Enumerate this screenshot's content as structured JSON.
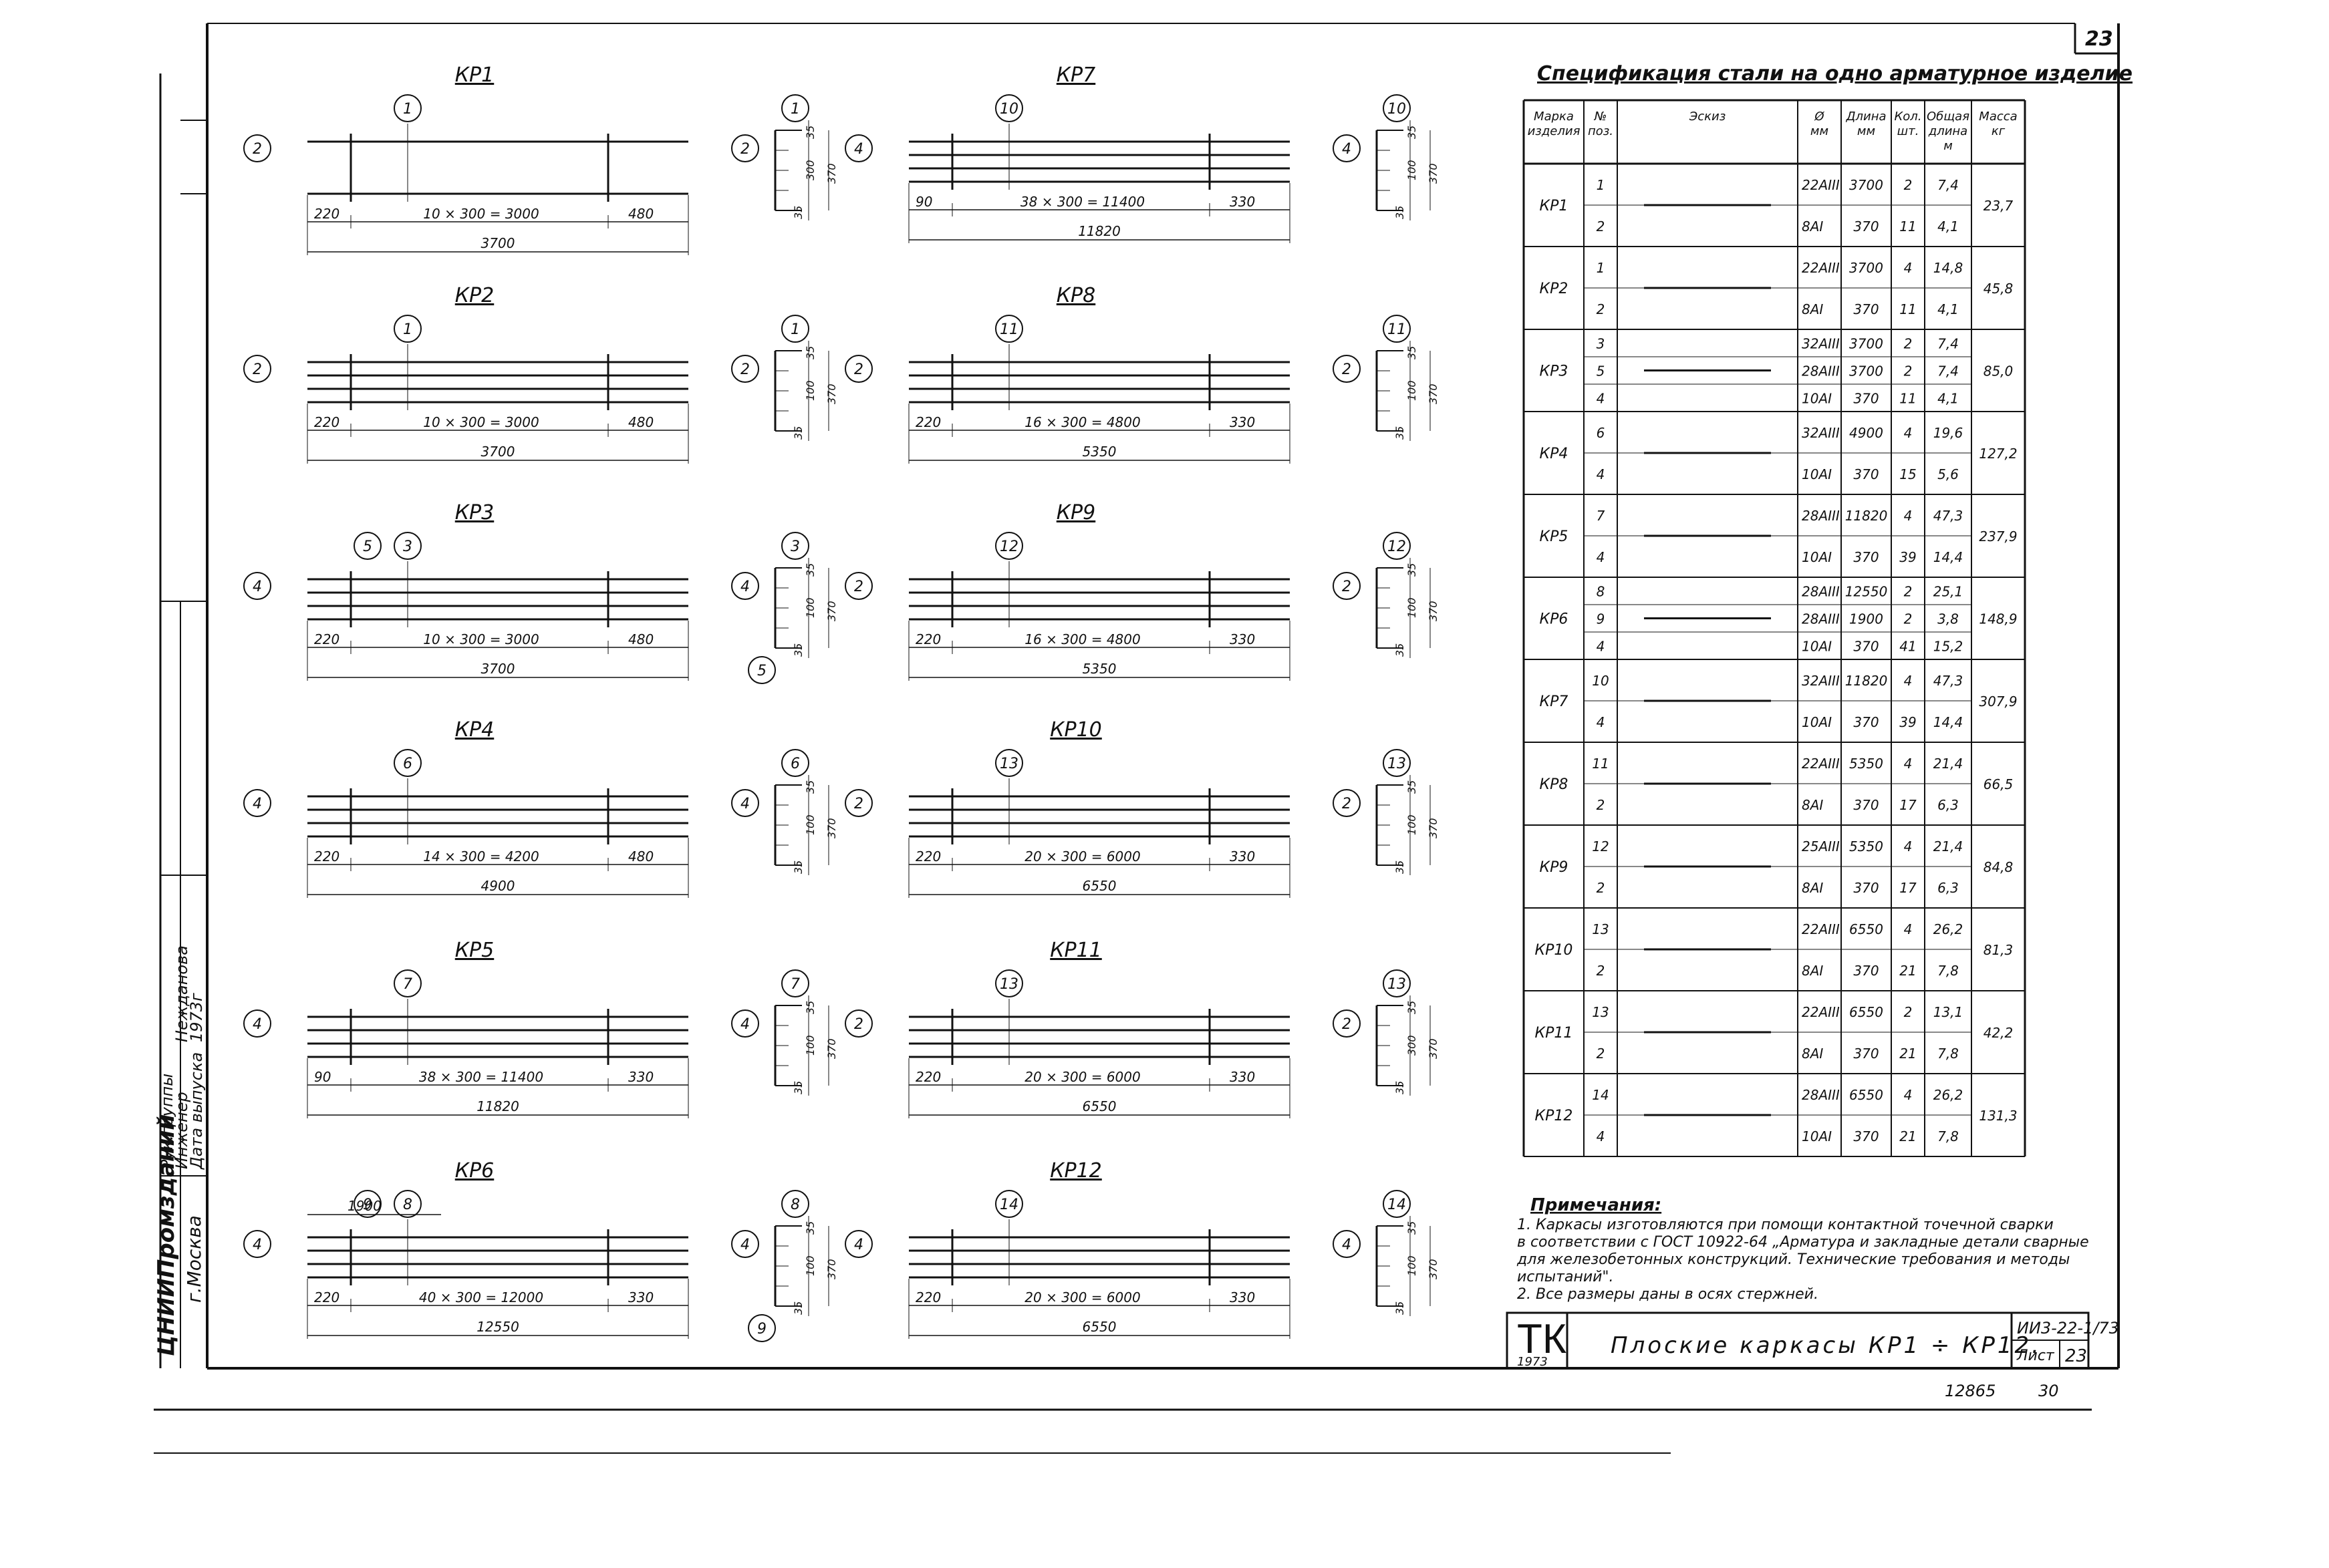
{
  "page_number": "23",
  "spec": {
    "title": "Спецификация стали на одно арматурное изделие",
    "headers": {
      "mark": "Марка изделия",
      "pos": "№ поз.",
      "sketch": "Эскиз",
      "dia": "Ø мм",
      "len": "Длина мм",
      "qty": "Кол. шт.",
      "total": "Общая длина м",
      "mass": "Масса кг"
    },
    "groups": [
      {
        "mark": "КР1",
        "mass": "23,7",
        "rows": [
          {
            "pos": "1",
            "dia": "22АIII",
            "len": "3700",
            "qty": "2",
            "total": "7,4"
          },
          {
            "pos": "2",
            "dia": "8АI",
            "len": "370",
            "qty": "11",
            "total": "4,1"
          }
        ]
      },
      {
        "mark": "КР2",
        "mass": "45,8",
        "rows": [
          {
            "pos": "1",
            "dia": "22АIII",
            "len": "3700",
            "qty": "4",
            "total": "14,8"
          },
          {
            "pos": "2",
            "dia": "8АI",
            "len": "370",
            "qty": "11",
            "total": "4,1"
          }
        ]
      },
      {
        "mark": "КР3",
        "mass": "85,0",
        "rows": [
          {
            "pos": "3",
            "dia": "32АIII",
            "len": "3700",
            "qty": "2",
            "total": "7,4"
          },
          {
            "pos": "5",
            "dia": "28АIII",
            "len": "3700",
            "qty": "2",
            "total": "7,4"
          },
          {
            "pos": "4",
            "dia": "10АI",
            "len": "370",
            "qty": "11",
            "total": "4,1"
          }
        ]
      },
      {
        "mark": "КР4",
        "mass": "127,2",
        "rows": [
          {
            "pos": "6",
            "dia": "32АIII",
            "len": "4900",
            "qty": "4",
            "total": "19,6"
          },
          {
            "pos": "4",
            "dia": "10АI",
            "len": "370",
            "qty": "15",
            "total": "5,6"
          }
        ]
      },
      {
        "mark": "КР5",
        "mass": "237,9",
        "rows": [
          {
            "pos": "7",
            "dia": "28АIII",
            "len": "11820",
            "qty": "4",
            "total": "47,3"
          },
          {
            "pos": "4",
            "dia": "10АI",
            "len": "370",
            "qty": "39",
            "total": "14,4"
          }
        ]
      },
      {
        "mark": "КР6",
        "mass": "148,9",
        "rows": [
          {
            "pos": "8",
            "dia": "28АIII",
            "len": "12550",
            "qty": "2",
            "total": "25,1"
          },
          {
            "pos": "9",
            "dia": "28АIII",
            "len": "1900",
            "qty": "2",
            "total": "3,8"
          },
          {
            "pos": "4",
            "dia": "10АI",
            "len": "370",
            "qty": "41",
            "total": "15,2"
          }
        ]
      },
      {
        "mark": "КР7",
        "mass": "307,9",
        "rows": [
          {
            "pos": "10",
            "dia": "32АIII",
            "len": "11820",
            "qty": "4",
            "total": "47,3"
          },
          {
            "pos": "4",
            "dia": "10АI",
            "len": "370",
            "qty": "39",
            "total": "14,4"
          }
        ]
      },
      {
        "mark": "КР8",
        "mass": "66,5",
        "rows": [
          {
            "pos": "11",
            "dia": "22АIII",
            "len": "5350",
            "qty": "4",
            "total": "21,4"
          },
          {
            "pos": "2",
            "dia": "8АI",
            "len": "370",
            "qty": "17",
            "total": "6,3"
          }
        ]
      },
      {
        "mark": "КР9",
        "mass": "84,8",
        "rows": [
          {
            "pos": "12",
            "dia": "25АIII",
            "len": "5350",
            "qty": "4",
            "total": "21,4"
          },
          {
            "pos": "2",
            "dia": "8АI",
            "len": "370",
            "qty": "17",
            "total": "6,3"
          }
        ]
      },
      {
        "mark": "КР10",
        "mass": "81,3",
        "rows": [
          {
            "pos": "13",
            "dia": "22АIII",
            "len": "6550",
            "qty": "4",
            "total": "26,2"
          },
          {
            "pos": "2",
            "dia": "8АI",
            "len": "370",
            "qty": "21",
            "total": "7,8"
          }
        ]
      },
      {
        "mark": "КР11",
        "mass": "42,2",
        "rows": [
          {
            "pos": "13",
            "dia": "22АIII",
            "len": "6550",
            "qty": "2",
            "total": "13,1"
          },
          {
            "pos": "2",
            "dia": "8АI",
            "len": "370",
            "qty": "21",
            "total": "7,8"
          }
        ]
      },
      {
        "mark": "КР12",
        "mass": "131,3",
        "rows": [
          {
            "pos": "14",
            "dia": "28АIII",
            "len": "6550",
            "qty": "4",
            "total": "26,2"
          },
          {
            "pos": "4",
            "dia": "10АI",
            "len": "370",
            "qty": "21",
            "total": "7,8"
          }
        ]
      }
    ]
  },
  "notes": {
    "title": "Примечания:",
    "lines": [
      "1. Каркасы изготовляются при помощи контактной точечной сварки",
      "в соответствии с ГОСТ 10922-64 „Арматура и закладные детали сварные",
      "для железобетонных конструкций. Технические требования и методы",
      "испытаний\".",
      "2. Все размеры даны в осях стержней."
    ]
  },
  "title_block": {
    "logo": "ТК",
    "year": "1973",
    "title": "Плоские каркасы КР1 ÷ КР12.",
    "code": "ИИ3-22-1/73",
    "sheet_label": "Лист",
    "sheet": "23",
    "below_left": "12865",
    "below_right": "30"
  },
  "side_stamp": {
    "org": "ЦНИИПромзданий",
    "city": "г.Москва",
    "row1": "Рук.группы",
    "row2": "Инженер",
    "row3": "Дата выпуска",
    "row2_value": "Нежданова",
    "row3_value": "1973г"
  },
  "frames": [
    {
      "id": "КР1",
      "pos": "1",
      "stirrup": "2",
      "total": "3700",
      "left": "220",
      "mid": "10 × 300 = 3000",
      "right": "480",
      "sec_top": "35",
      "sec_mid": "300",
      "sec_total": "370",
      "sec_bot": "35"
    },
    {
      "id": "КР2",
      "pos": "1",
      "stirrup": "2",
      "total": "3700",
      "left": "220",
      "mid": "10 × 300 = 3000",
      "right": "480",
      "sec_top": "35",
      "sec_mid": "100",
      "sec_total": "370",
      "sec_bot": "35"
    },
    {
      "id": "КР3",
      "pos": "3",
      "pos2": "5",
      "stirrup": "4",
      "total": "3700",
      "left": "220",
      "mid": "10 × 300 = 3000",
      "right": "480",
      "sec_top": "35",
      "sec_mid": "100",
      "sec_total": "370",
      "sec_bot": "35"
    },
    {
      "id": "КР4",
      "pos": "6",
      "stirrup": "4",
      "total": "4900",
      "left": "220",
      "mid": "14 × 300 = 4200",
      "right": "480",
      "sec_top": "35",
      "sec_mid": "100",
      "sec_total": "370",
      "sec_bot": "35"
    },
    {
      "id": "КР5",
      "pos": "7",
      "stirrup": "4",
      "total": "11820",
      "left": "90",
      "mid": "38 × 300 = 11400",
      "right": "330",
      "sec_top": "35",
      "sec_mid": "100",
      "sec_total": "370",
      "sec_bot": "35"
    },
    {
      "id": "КР6",
      "pos": "8",
      "pos2": "9",
      "stirrup": "4",
      "total": "12550",
      "left": "220",
      "mid": "40 × 300 = 12000",
      "right": "330",
      "extra": "1900",
      "sec_top": "35",
      "sec_mid": "100",
      "sec_total": "370",
      "sec_bot": "35"
    },
    {
      "id": "КР7",
      "pos": "10",
      "stirrup": "4",
      "total": "11820",
      "left": "90",
      "mid": "38 × 300 = 11400",
      "right": "330",
      "sec_top": "35",
      "sec_mid": "100",
      "sec_total": "370",
      "sec_bot": "35"
    },
    {
      "id": "КР8",
      "pos": "11",
      "stirrup": "2",
      "total": "5350",
      "left": "220",
      "mid": "16 × 300 = 4800",
      "right": "330",
      "sec_top": "35",
      "sec_mid": "100",
      "sec_total": "370",
      "sec_bot": "35"
    },
    {
      "id": "КР9",
      "pos": "12",
      "stirrup": "2",
      "total": "5350",
      "left": "220",
      "mid": "16 × 300 = 4800",
      "right": "330",
      "sec_top": "35",
      "sec_mid": "100",
      "sec_total": "370",
      "sec_bot": "35"
    },
    {
      "id": "КР10",
      "pos": "13",
      "stirrup": "2",
      "total": "6550",
      "left": "220",
      "mid": "20 × 300 = 6000",
      "right": "330",
      "sec_top": "35",
      "sec_mid": "100",
      "sec_total": "370",
      "sec_bot": "35"
    },
    {
      "id": "КР11",
      "pos": "13",
      "stirrup": "2",
      "total": "6550",
      "left": "220",
      "mid": "20 × 300 = 6000",
      "right": "330",
      "sec_top": "35",
      "sec_mid": "300",
      "sec_total": "370",
      "sec_bot": "35"
    },
    {
      "id": "КР12",
      "pos": "14",
      "stirrup": "4",
      "total": "6550",
      "left": "220",
      "mid": "20 × 300 = 6000",
      "right": "330",
      "sec_top": "35",
      "sec_mid": "100",
      "sec_total": "370",
      "sec_bot": "35"
    }
  ]
}
